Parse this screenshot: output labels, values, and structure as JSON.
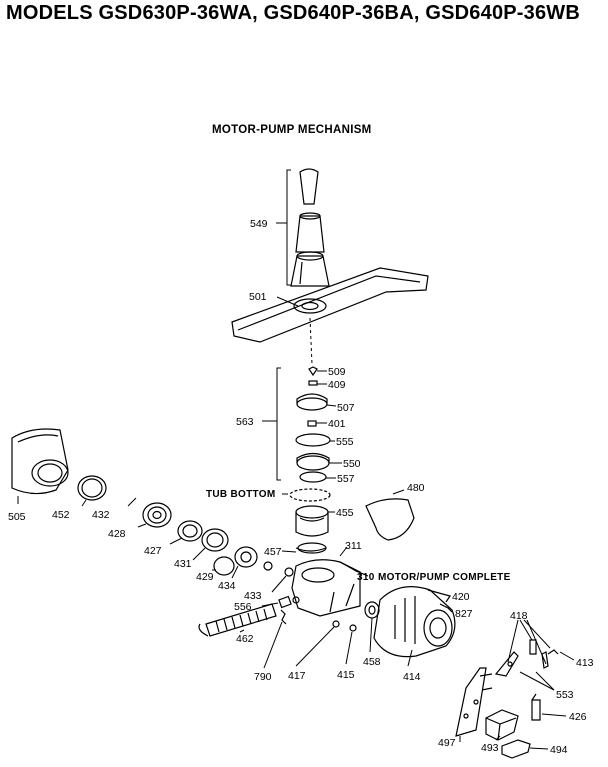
{
  "title": "MODELS GSD630P-36WA, GSD640P-36BA, GSD640P-36WB",
  "subtitle": "MOTOR-PUMP MECHANISM",
  "labels": {
    "p549": "549",
    "p501": "501",
    "p509": "509",
    "p409": "409",
    "p563": "563",
    "p507": "507",
    "p401": "401",
    "p555": "555",
    "p550": "550",
    "p557": "557",
    "tub_bottom": "TUB BOTTOM",
    "p480": "480",
    "p455": "455",
    "p505": "505",
    "p452": "452",
    "p432": "432",
    "p428": "428",
    "p427": "427",
    "p431": "431",
    "p429": "429",
    "p434": "434",
    "p457": "457",
    "p311": "311",
    "p310": "310",
    "motor_pump_complete": "MOTOR/PUMP COMPLETE",
    "p433": "433",
    "p556": "556",
    "p420": "420",
    "p827": "827",
    "p462": "462",
    "p418": "418",
    "p413": "413",
    "p553": "553",
    "p790": "790",
    "p417": "417",
    "p415": "415",
    "p458": "458",
    "p414": "414",
    "p426": "426",
    "p497": "497",
    "p493": "493",
    "p494": "494"
  }
}
